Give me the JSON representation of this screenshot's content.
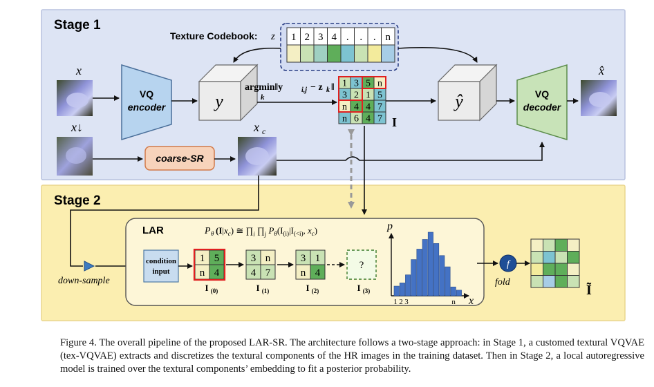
{
  "stage1": {
    "label": "Stage 1",
    "codebook_label": "Texture Codebook:",
    "codebook_var": "z",
    "codebook_indices": [
      "1",
      "2",
      "3",
      "4",
      ".",
      ".",
      ".",
      "n"
    ],
    "codebook_colors": [
      "#f4efc4",
      "#c9e2b4",
      "#9fd0c2",
      "#5fae5a",
      "#7dc3d1",
      "#c9e2b4",
      "#f3eb9c",
      "#a7cde6"
    ],
    "x_label": "x",
    "x_down_label": "x↓",
    "xc_label": "x",
    "xc_sub": "c",
    "encoder_line1": "VQ",
    "encoder_line2": "encoder",
    "decoder_line1": "VQ",
    "decoder_line2": "decoder",
    "y_label": "y",
    "yhat_label": "ŷ",
    "xhat_label": "x̂",
    "argmin_text": "argmin‖y",
    "argmin_sub": "k",
    "coarse_sr": "coarse-SR",
    "index_grid": [
      [
        "1",
        "3",
        "5",
        "n"
      ],
      [
        "3",
        "2",
        "1",
        "5"
      ],
      [
        "n",
        "4",
        "4",
        "7"
      ],
      [
        "n",
        "6",
        "4",
        "7"
      ]
    ],
    "index_label": "I"
  },
  "stage2": {
    "label": "Stage 2",
    "lar_label": "LAR",
    "formula": "P",
    "condition_line1": "condition",
    "condition_line2": "input",
    "down_sample": "down-sample",
    "fold": "fold",
    "f_symbol": "f",
    "output_label": "Ĩ",
    "p_axis": "p",
    "x_axis": "x",
    "tick_labels": [
      "1",
      "2",
      "3",
      "n"
    ],
    "steps": [
      {
        "cells": [
          "1",
          "5",
          "n",
          "4"
        ],
        "label": "I",
        "sub": "(0)"
      },
      {
        "cells": [
          "3",
          "n",
          "4",
          "7"
        ],
        "label": "I",
        "sub": "(1)"
      },
      {
        "cells": [
          "3",
          "1",
          "n",
          "4"
        ],
        "label": "I",
        "sub": "(2)"
      },
      {
        "cells": [
          "?"
        ],
        "label": "I",
        "sub": "(3)"
      }
    ],
    "hist_values": [
      1.2,
      1.6,
      2.6,
      4.5,
      5.8,
      7.0,
      7.9,
      6.5,
      5.0,
      3.6,
      1.1,
      0.7
    ]
  },
  "caption": "Figure 4. The overall pipeline of the proposed LAR-SR. The architecture follows a two-stage approach: in Stage 1, a customed textural VQVAE (tex-VQVAE) extracts and discretizes the textural components of the HR images in the training dataset. Then in Stage 2, a local autoregressive model is trained over the textural components’ embedding to fit a posterior probability."
}
